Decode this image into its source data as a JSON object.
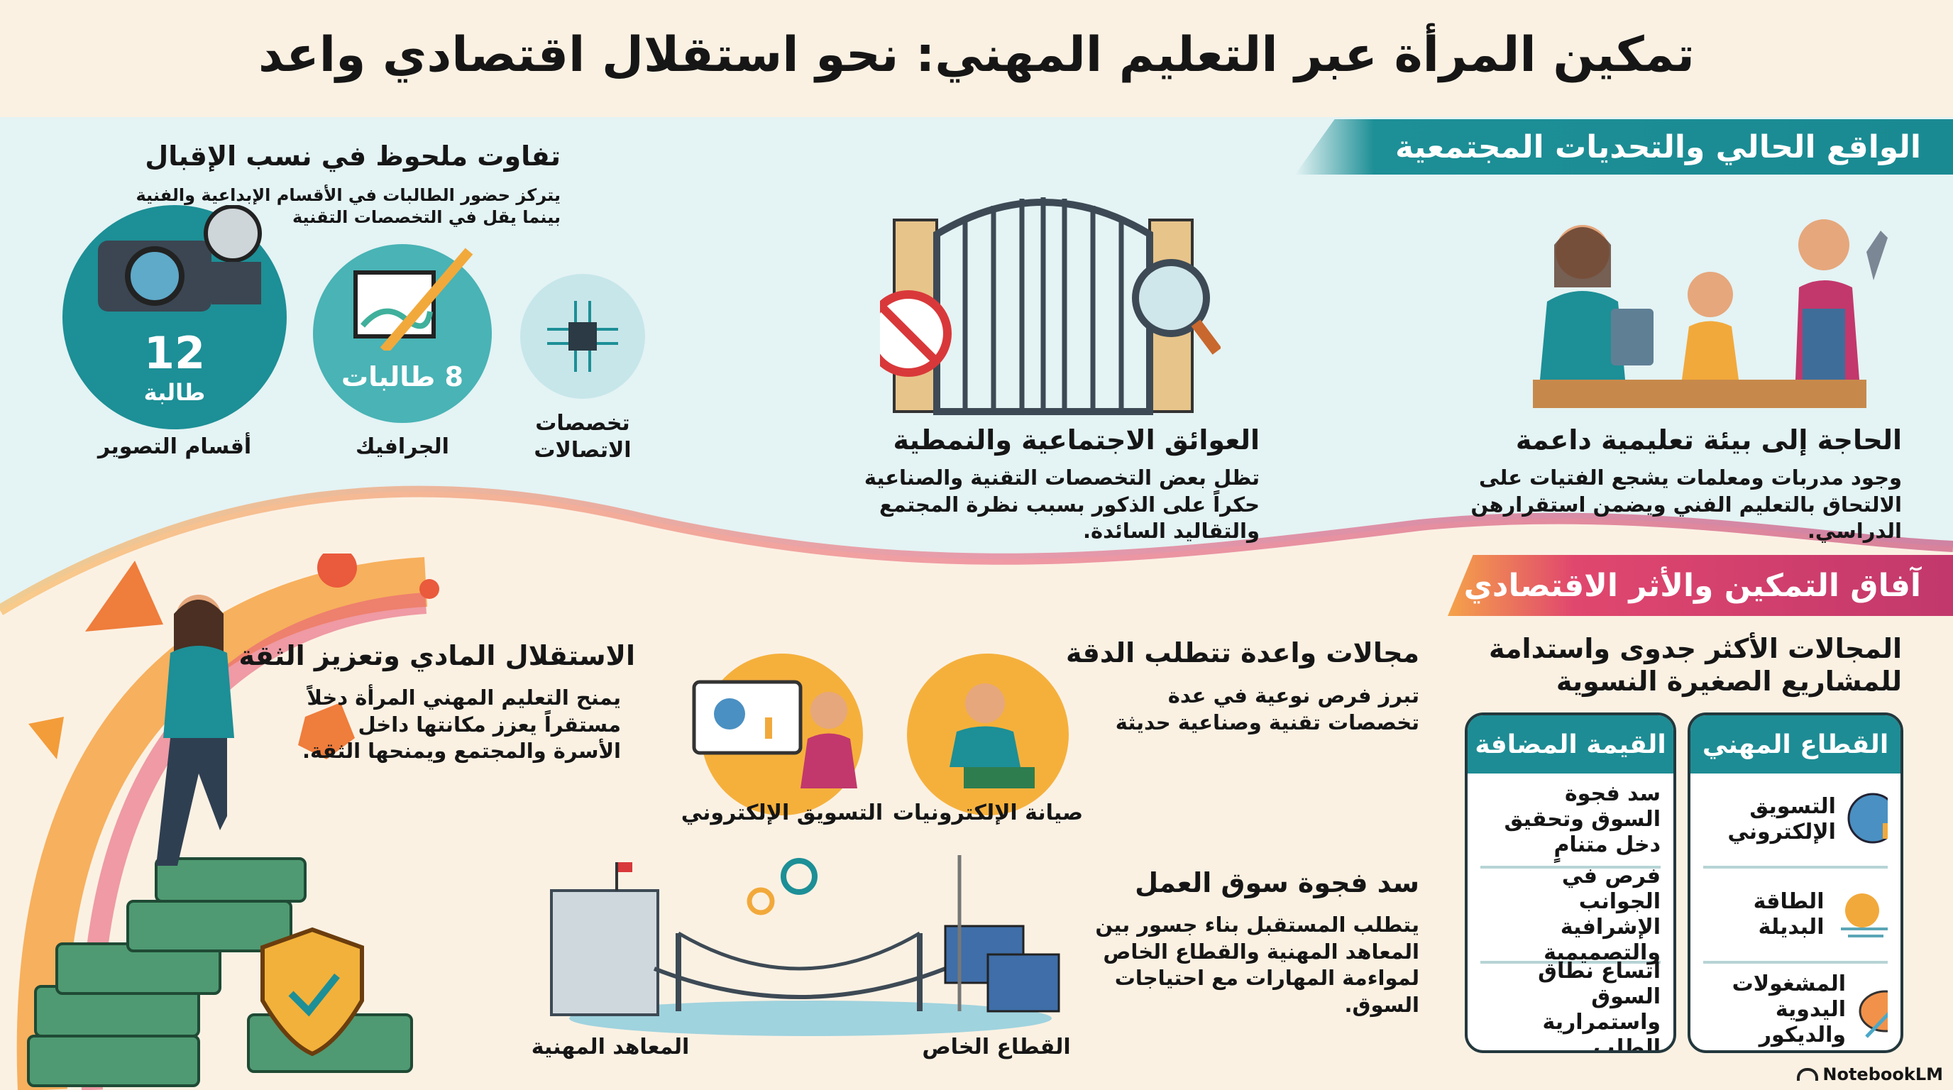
{
  "title": "تمكين المرأة عبر التعليم المهني: نحو استقلال اقتصادي واعد",
  "section_current": {
    "banner": "الواقع الحالي والتحديات المجتمعية",
    "support": {
      "title": "الحاجة إلى بيئة تعليمية داعمة",
      "text": "وجود مدربات ومعلمات يشجع الفتيات على الالتحاق بالتعليم الفني ويضمن استقرارهن الدراسي."
    },
    "barriers": {
      "title": "العوائق الاجتماعية والنمطية",
      "text": "تظل بعض التخصصات التقنية والصناعية حكراً على الذكور بسبب نظرة المجتمع والتقاليد السائدة."
    },
    "disparity": {
      "title": "تفاوت ملحوظ في نسب الإقبال",
      "text": "يتركز حضور الطالبات في الأقسام الإبداعية والفنية بينما يقل في التخصصات التقنية",
      "stats": [
        {
          "count": "12",
          "unit": "طالبة",
          "label": "أقسام التصوير",
          "icon": "camera-icon"
        },
        {
          "count": "8",
          "unit": "طالبات",
          "label": "الجرافيك",
          "icon": "paintbrush-icon"
        },
        {
          "count": "",
          "unit": "",
          "label": "تخصصات الاتصالات",
          "icon": "circuit-chip-icon"
        }
      ]
    }
  },
  "section_future": {
    "banner": "آفاق التمكين والأثر الاقتصادي",
    "feasible": {
      "title": "المجالات الأكثر جدوى واستدامة للمشاريع الصغيرة النسوية",
      "col_sector": "القطاع المهني",
      "col_value": "القيمة المضافة",
      "rows": [
        {
          "sector": "التسويق الإلكتروني",
          "value": "سد فجوة السوق وتحقيق دخل متنامٍ",
          "icon": "globe-cart-icon"
        },
        {
          "sector": "الطاقة البديلة",
          "value": "فرص في الجوانب الإشرافية والتصميمية",
          "icon": "sun-wind-icon"
        },
        {
          "sector": "المشغولات اليدوية والديكور",
          "value": "اتساع نطاق السوق واستمرارية الطلب",
          "icon": "palette-icon"
        }
      ]
    },
    "precision": {
      "title": "مجالات واعدة تتطلب الدقة",
      "text": "تبرز فرص نوعية في عدة تخصصات تقنية وصناعية حديثة",
      "items": [
        "صيانة الإلكترونيات",
        "التسويق الإلكتروني"
      ]
    },
    "labor_gap": {
      "title": "سد فجوة سوق العمل",
      "text": "يتطلب المستقبل بناء جسور بين المعاهد المهنية والقطاع الخاص لمواءمة المهارات مع احتياجات السوق.",
      "left_label": "المعاهد المهنية",
      "right_label": "القطاع الخاص"
    },
    "independence": {
      "title": "الاستقلال المادي وتعزيز الثقة",
      "text": "يمنح التعليم المهني المرأة دخلاً مستقراً يعزز مكانتها داخل الأسرة والمجتمع ويمنحها الثقة."
    }
  },
  "footer": {
    "brand": "NotebookLM"
  },
  "colors": {
    "teal": "#1d8f96",
    "magenta": "#c2386c",
    "orange": "#f5a34a",
    "cyan_bg": "#e4f3f4",
    "cream_bg": "#fbf1e3"
  }
}
